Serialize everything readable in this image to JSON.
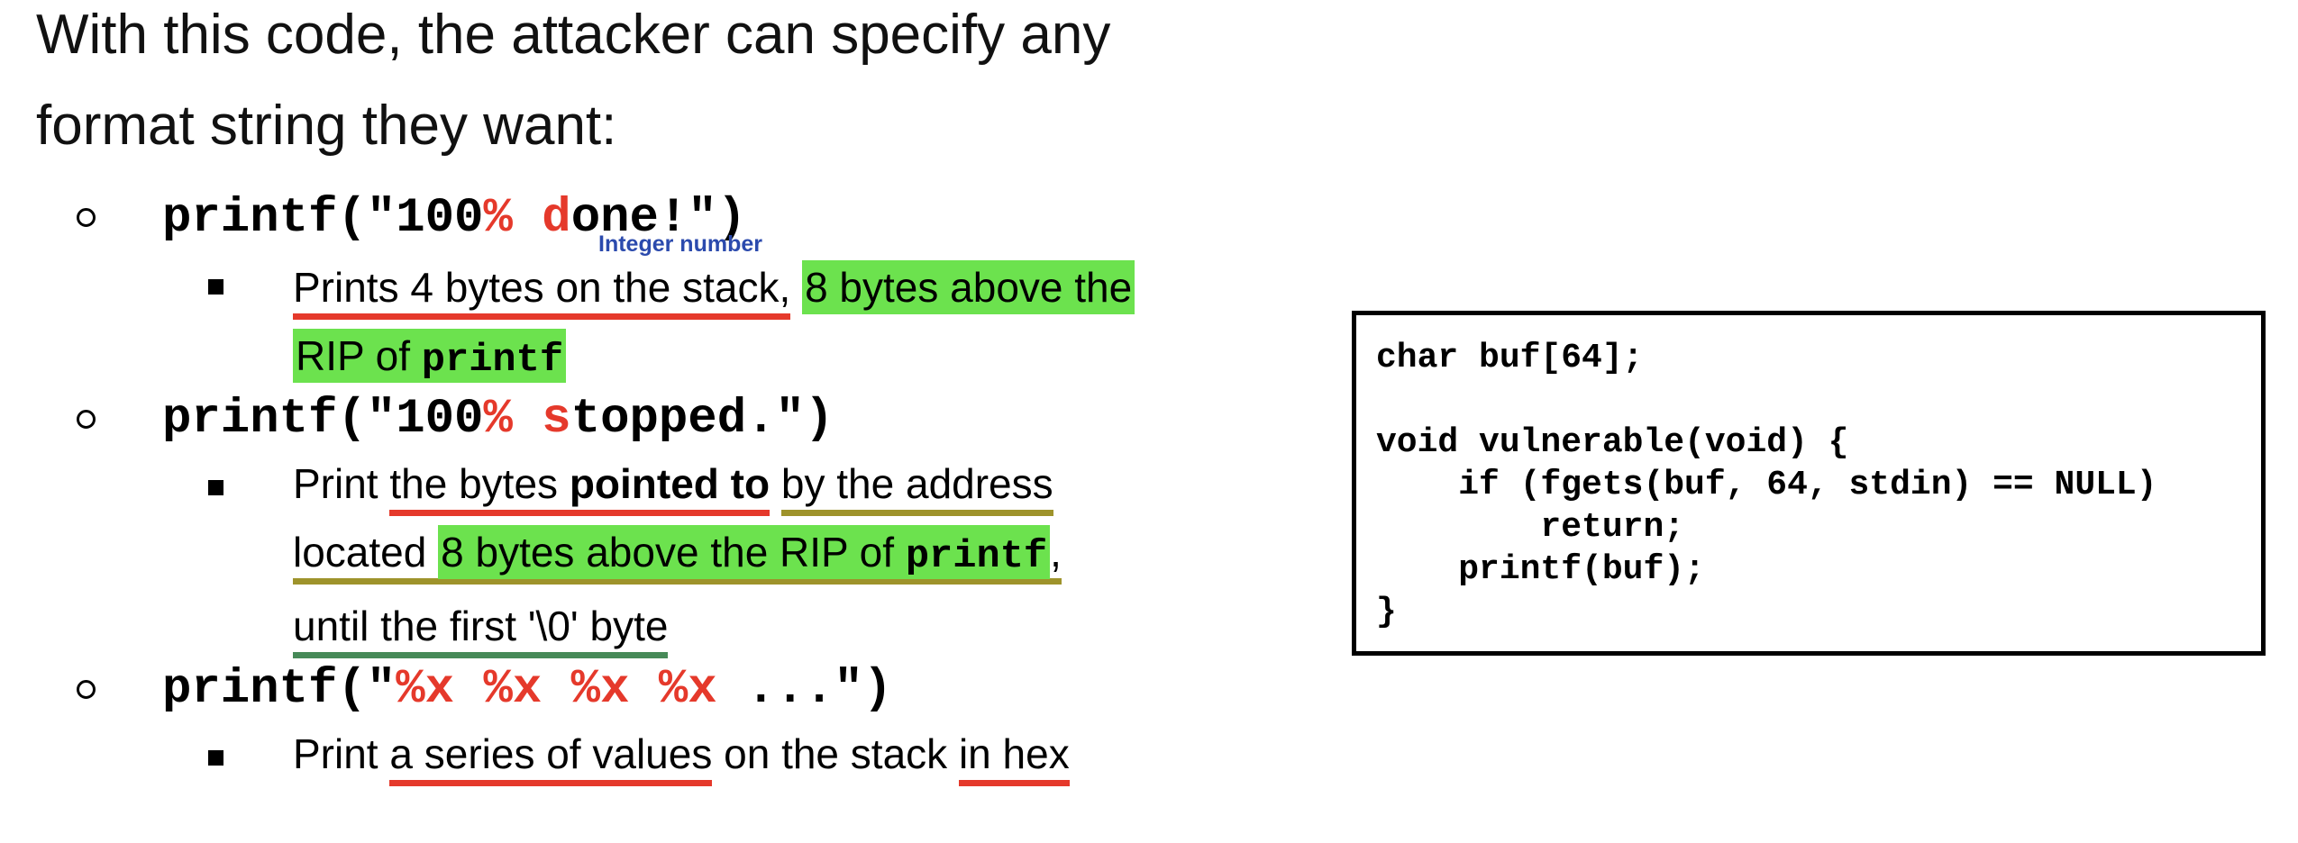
{
  "slide": {
    "title_line1": "With this code, the attacker can specify any",
    "title_line2": "format string they want:",
    "annotation_label": "Integer number",
    "bullets": {
      "b1": {
        "code_pre": "printf(\"100",
        "code_red1": "%",
        "code_sp": " ",
        "code_red2": "d",
        "code_post": "one!\")",
        "sub_line1_redul": "Prints 4 bytes on the stack,",
        "sub_line1_sep": " ",
        "sub_line1_hl": "8 bytes above the",
        "sub_line2_hl_pre": "RIP of ",
        "sub_line2_hl_mono": "printf"
      },
      "b2": {
        "code_pre": "printf(\"100",
        "code_red1": "%",
        "code_sp": " ",
        "code_red2": "s",
        "code_post": "topped.\")",
        "sub_line1_plain": "Print ",
        "sub_line1_redul_a": "the bytes ",
        "sub_line1_redul_bold": "pointed to",
        "sub_line1_sep": " ",
        "sub_line1_oliveul": "by the address",
        "sub_line2_olive_pre": "located ",
        "sub_line2_hl_pre": "8 bytes above the RIP of ",
        "sub_line2_hl_mono": "printf",
        "sub_line2_olive_post": ",",
        "sub_line3_greenul": "until the first '\\0' byte"
      },
      "b3": {
        "code_pre": "printf(\"",
        "code_red": "%x %x %x %x",
        "code_post": " ...\")",
        "sub_plain1": "Print ",
        "sub_redul1": "a series of values",
        "sub_plain2": " on the stack ",
        "sub_redul2": "in hex"
      }
    },
    "code_box": {
      "line1": "char buf[64];",
      "line2": " ",
      "line3": "void vulnerable(void) {",
      "line4": "    if (fgets(buf, 64, stdin) == NULL)",
      "line5": "        return;",
      "line6": "    printf(buf);",
      "line7": "}"
    },
    "colors": {
      "red_text_and_underline": "#e5392b",
      "olive_underline": "#9e932b",
      "green_underline": "#478a58",
      "green_highlight": "#6ce24e",
      "blue_label": "#2b4aad",
      "text": "#000000",
      "background": "#ffffff"
    }
  }
}
